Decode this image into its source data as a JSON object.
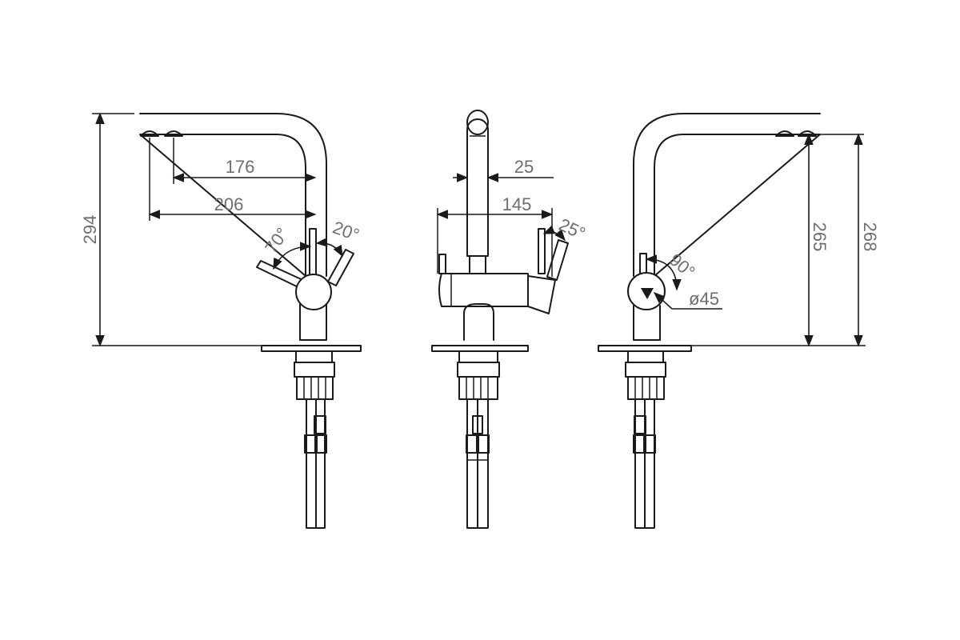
{
  "dimensions": {
    "front": {
      "height_total": "294",
      "reach_inner": "176",
      "reach_outer": "206",
      "lever_angle_left": "70°",
      "lever_angle_right": "20°"
    },
    "side": {
      "spout_diameter": "25",
      "body_width": "145",
      "lever_angle": "25°"
    },
    "rear": {
      "rotation_angle": "90°",
      "body_diameter": "ø45",
      "spout_height": "265",
      "outlet_height": "268"
    }
  },
  "colors": {
    "line": "#1a1a1a",
    "dimension_text": "#6e6e6e",
    "background": "#ffffff"
  }
}
